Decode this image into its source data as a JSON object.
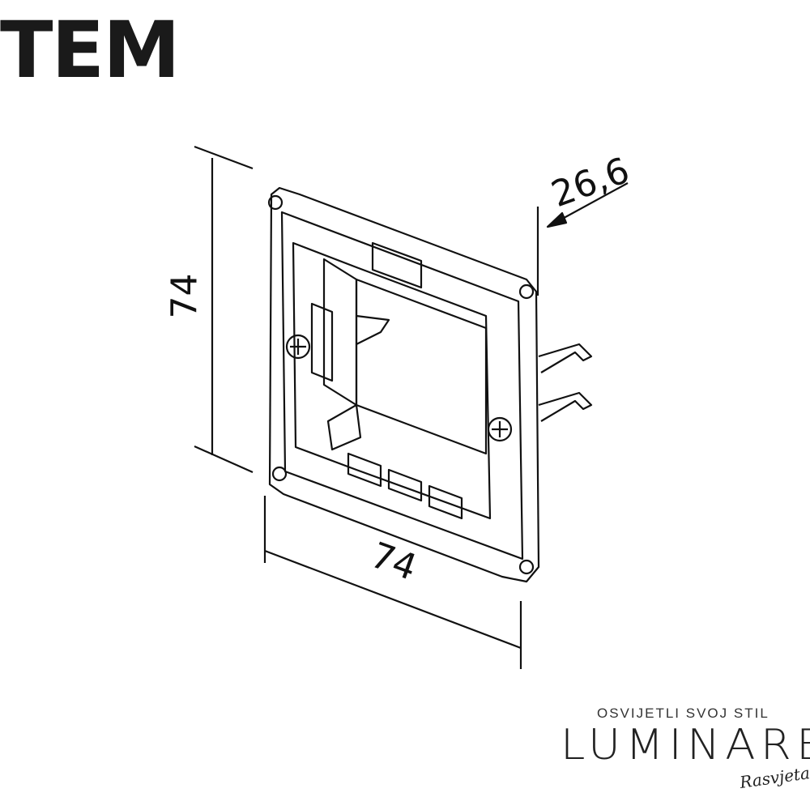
{
  "brand": {
    "logo_text": "TEM"
  },
  "dimensions": {
    "height": "74",
    "width": "74",
    "depth": "26,6"
  },
  "footer_logo": {
    "tagline": "OSVIJETLI SVOJ STIL",
    "name": "LUMINARE",
    "subname": "Rasvjeta"
  }
}
